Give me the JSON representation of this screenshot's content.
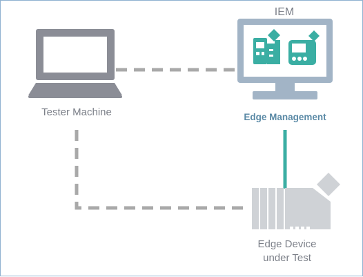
{
  "labels": {
    "iem": "IEM",
    "tester_machine": "Tester Machine",
    "edge_management": "Edge Management",
    "edge_device_line1": "Edge Device",
    "edge_device_line2": "under Test"
  },
  "connections": [
    {
      "from": "tester-machine",
      "to": "iem",
      "style": "dashed",
      "color": "#a9a9a9"
    },
    {
      "from": "tester-machine",
      "to": "edge-device",
      "style": "dashed",
      "color": "#a9a9a9"
    },
    {
      "from": "iem",
      "to": "edge-device",
      "style": "solid",
      "color": "#3aaea3"
    }
  ],
  "colors": {
    "device_gray": "#8b8d96",
    "teal": "#3aaea3",
    "iem_monitor": "#a2b4c6",
    "device_panel": "#cfd2d6",
    "text_gray": "#7b7f88",
    "edge_mgmt_text": "#5b8aa6"
  },
  "icons": [
    "laptop-icon",
    "monitor-icon",
    "edge-device-icon"
  ]
}
